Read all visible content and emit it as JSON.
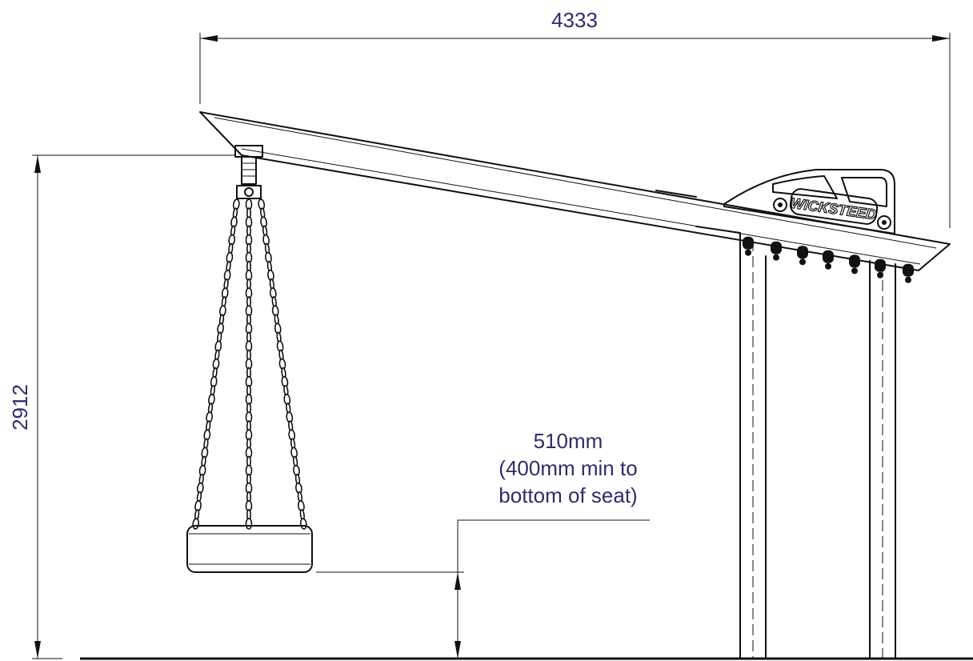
{
  "dimensions": {
    "overall_length": "4333",
    "overall_height": "2912",
    "seat_clearance": {
      "line1": "510mm",
      "line2": "(400mm min to",
      "line3": "bottom of seat)"
    }
  },
  "brand_plate": {
    "text": "WICKSTEED"
  },
  "colors": {
    "dimension_text": "#2e2d6b",
    "line": "#111111",
    "background": "#ffffff"
  }
}
